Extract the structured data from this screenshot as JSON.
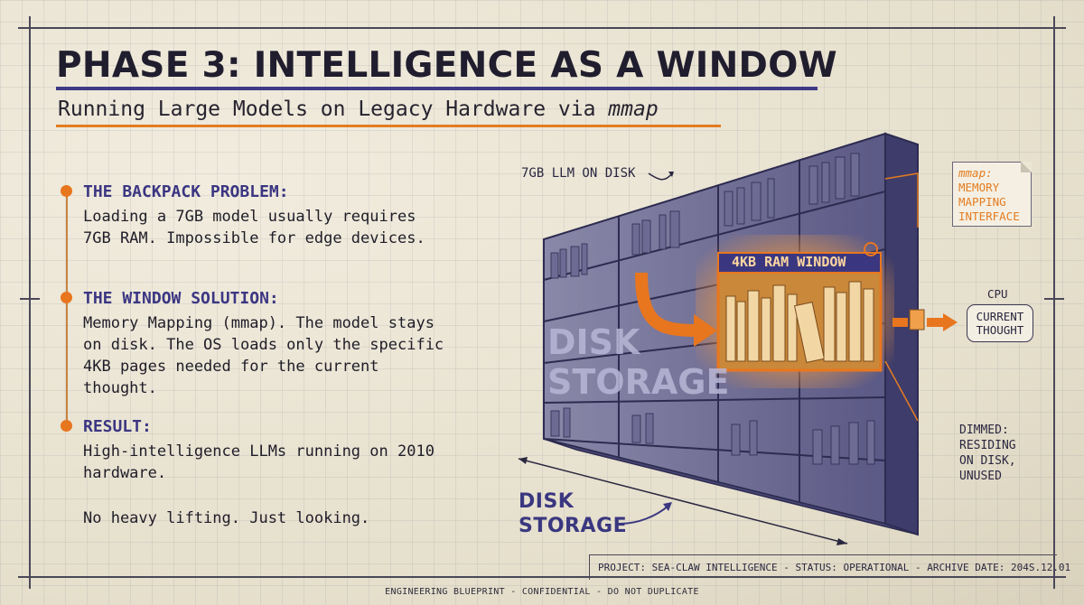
{
  "header": {
    "title": "PHASE 3: INTELLIGENCE AS A WINDOW",
    "subtitle_prefix": "Running Large Models on Legacy Hardware via ",
    "subtitle_emphasis": "mmap"
  },
  "sections": [
    {
      "heading": "THE BACKPACK PROBLEM:",
      "body": "Loading a 7GB model usually requires 7GB RAM. Impossible for edge devices."
    },
    {
      "heading": "THE WINDOW SOLUTION:",
      "body": "Memory Mapping (mmap). The model stays on disk. The OS loads only the specific 4KB pages needed for the current thought."
    },
    {
      "heading": "RESULT:",
      "body": "High-intelligence LLMs running on 2010 hardware.",
      "closing": "No heavy lifting. Just looking."
    }
  ],
  "diagram": {
    "disk_label": "7GB LLM ON DISK",
    "storage_label_line1": "DISK",
    "storage_label_line2": "STORAGE",
    "window_label": "4KB RAM WINDOW",
    "mmap_note": {
      "line1": "mmap:",
      "line2": "MEMORY",
      "line3": "MAPPING",
      "line4": "INTERFACE"
    },
    "cpu_label": "CPU",
    "cpu_thought_line1": "CURRENT",
    "cpu_thought_line2": "THOUGHT",
    "dimmed_note": {
      "line1": "DIMMED:",
      "line2": "RESIDING",
      "line3": "ON DISK,",
      "line4": "UNUSED"
    },
    "floor_label_line1": "DISK",
    "floor_label_line2": "STORAGE"
  },
  "footer": {
    "project_line": "PROJECT: SEA-CLAW INTELLIGENCE - STATUS: OPERATIONAL - ARCHIVE DATE: 204S.12.01",
    "bottom_note": "ENGINEERING BLUEPRINT - CONFIDENTIAL - DO NOT DUPLICATE"
  },
  "colors": {
    "accent_orange": "#e8761f",
    "ink_indigo": "#3b3682",
    "paper": "#ebe6d6"
  }
}
